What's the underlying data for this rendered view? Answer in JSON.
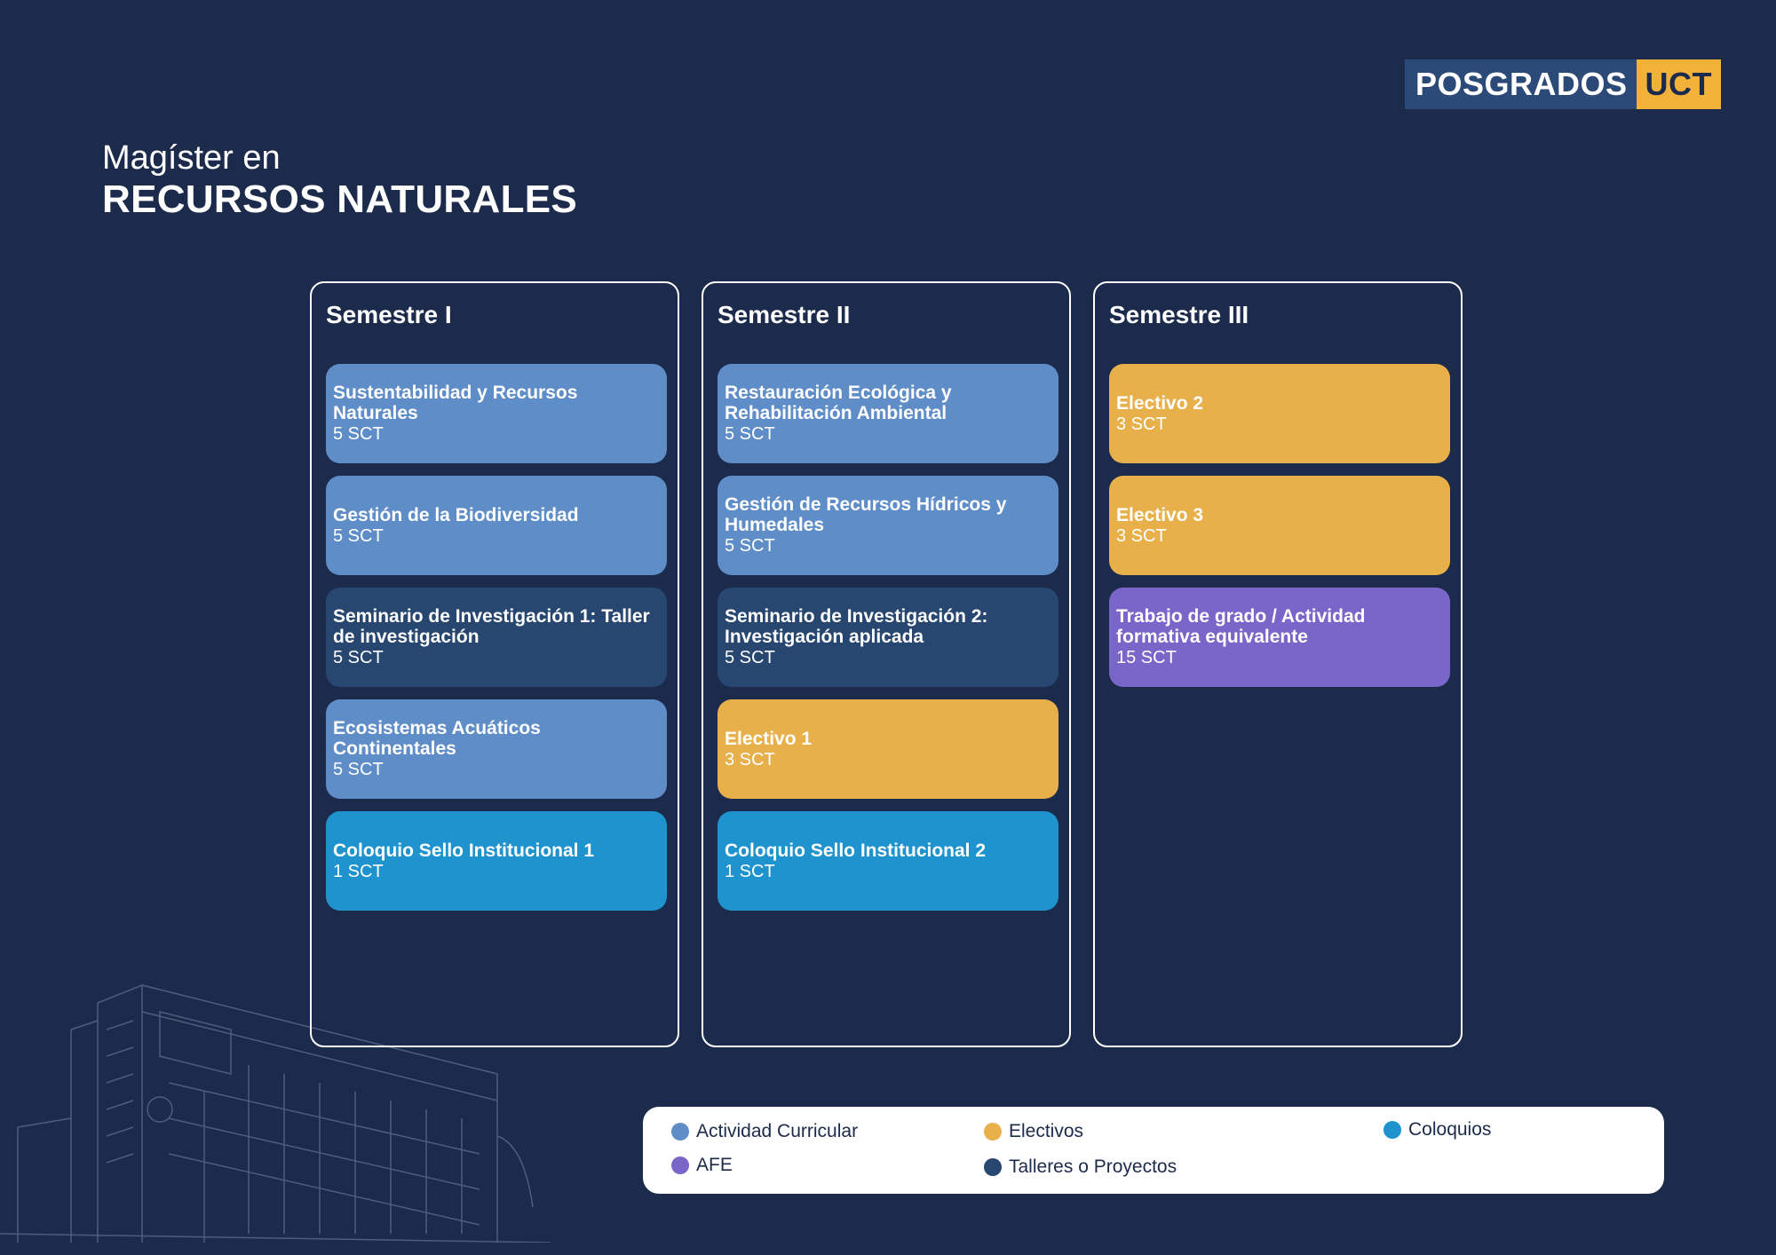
{
  "logo": {
    "left": "POSGRADOS",
    "right": "UCT"
  },
  "title": {
    "sub": "Magíster en",
    "main": "RECURSOS NATURALES"
  },
  "semesters": [
    {
      "title": "Semestre I",
      "courses": [
        {
          "name": "Sustentabilidad y Recursos Naturales",
          "credits": "5 SCT",
          "category": "curricular"
        },
        {
          "name": "Gestión de la Biodiversidad",
          "credits": "5 SCT",
          "category": "curricular"
        },
        {
          "name": "Seminario de Investigación 1: Taller de investigación",
          "credits": "5 SCT",
          "category": "taller"
        },
        {
          "name": "Ecosistemas Acuáticos Continentales",
          "credits": "5 SCT",
          "category": "curricular"
        },
        {
          "name": "Coloquio Sello Institucional 1",
          "credits": "1 SCT",
          "category": "coloquio"
        }
      ]
    },
    {
      "title": "Semestre II",
      "courses": [
        {
          "name": "Restauración Ecológica y Rehabilitación Ambiental",
          "credits": "5 SCT",
          "category": "curricular"
        },
        {
          "name": "Gestión de Recursos Hídricos y Humedales",
          "credits": "5 SCT",
          "category": "curricular"
        },
        {
          "name": "Seminario de Investigación 2: Investigación aplicada",
          "credits": "5 SCT",
          "category": "taller"
        },
        {
          "name": "Electivo 1",
          "credits": "3 SCT",
          "category": "electivo"
        },
        {
          "name": "Coloquio Sello Institucional 2",
          "credits": "1 SCT",
          "category": "coloquio"
        }
      ]
    },
    {
      "title": "Semestre III",
      "courses": [
        {
          "name": "Electivo 2",
          "credits": "3 SCT",
          "category": "electivo"
        },
        {
          "name": "Electivo 3",
          "credits": "3 SCT",
          "category": "electivo"
        },
        {
          "name": "Trabajo de grado / Actividad formativa equivalente",
          "credits": "15 SCT",
          "category": "afe"
        }
      ]
    }
  ],
  "legend": [
    {
      "label": "Actividad Curricular",
      "color": "#5f8dc8"
    },
    {
      "label": "Electivos",
      "color": "#e8b04b"
    },
    {
      "label": "Coloquios",
      "color": "#1f93cd"
    },
    {
      "label": "AFE",
      "color": "#7966c8"
    },
    {
      "label": "Talleres o Proyectos",
      "color": "#274670"
    }
  ],
  "colors": {
    "background": "#1c2b4b",
    "curricular": "#5f8dc8",
    "taller": "#274670",
    "electivo": "#e8b04b",
    "coloquio": "#1f93cd",
    "afe": "#7966c8",
    "logo_accent": "#f2b23a"
  }
}
